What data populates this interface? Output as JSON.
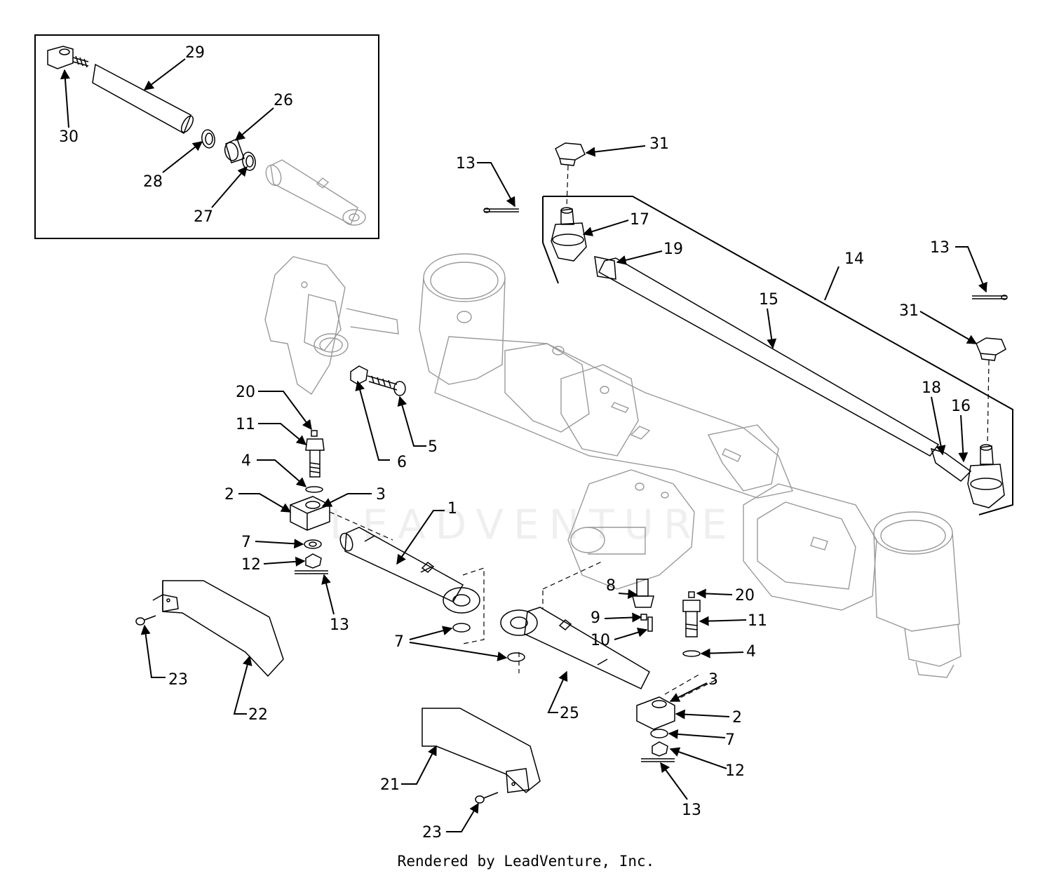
{
  "footer_text": "Rendered by LeadVenture, Inc.",
  "watermark_text": "LEADVENTURE",
  "colors": {
    "ink": "#000000",
    "ghost_outline": "#999999",
    "background": "#ffffff"
  },
  "callouts": {
    "c1": "1",
    "c2a": "2",
    "c2b": "2",
    "c3a": "3",
    "c3b": "3",
    "c4a": "4",
    "c4b": "4",
    "c5": "5",
    "c6": "6",
    "c7a": "7",
    "c7b": "7",
    "c7c": "7",
    "c8": "8",
    "c9": "9",
    "c10": "10",
    "c11a": "11",
    "c11b": "11",
    "c12a": "12",
    "c12b": "12",
    "c13a": "13",
    "c13b": "13",
    "c13c": "13",
    "c13d": "13",
    "c14": "14",
    "c15": "15",
    "c16": "16",
    "c17": "17",
    "c18": "18",
    "c19": "19",
    "c20a": "20",
    "c20b": "20",
    "c21": "21",
    "c22": "22",
    "c23a": "23",
    "c23b": "23",
    "c25": "25",
    "c26": "26",
    "c27": "27",
    "c28": "28",
    "c29": "29",
    "c30": "30",
    "c31a": "31",
    "c31b": "31"
  }
}
